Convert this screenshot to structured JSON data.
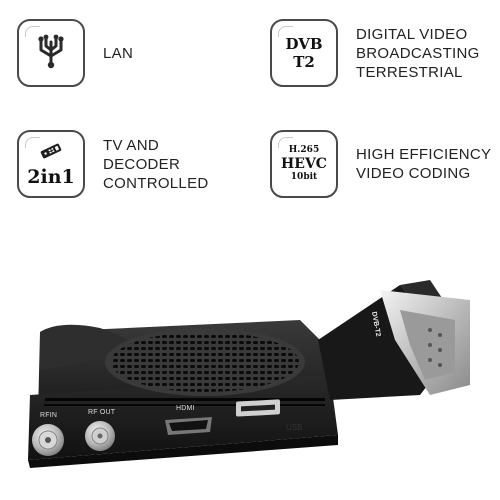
{
  "features": {
    "lan": {
      "icon": "lan-network-icon",
      "label": "LAN"
    },
    "dvb": {
      "badge_line1": "DVB",
      "badge_line2": "T2",
      "lines": [
        "DIGITAL  VIDEO",
        "BROADCASTING",
        "TERRESTRIAL"
      ]
    },
    "twoin1": {
      "icon": "remote-control-icon",
      "badge_text": "2in1",
      "lines": [
        "TV AND",
        "DECODER",
        "CONTROLLED"
      ]
    },
    "hevc": {
      "badge_line1": "H.265",
      "badge_line2": "HEVC",
      "badge_line3": "10bit",
      "lines": [
        "HIGH EFFICIENCY",
        "VIDEO CODING"
      ]
    }
  },
  "device": {
    "ports": {
      "rf_in": "RFIN",
      "rf_out": "RF OUT",
      "hdmi": "HDMI",
      "usb": "USB"
    },
    "scart_label": "DVB-T2"
  },
  "colors": {
    "badge_border": "#4a4a4a",
    "device_body": "#1c1c1c",
    "port_metal": "#c8c8c8"
  }
}
